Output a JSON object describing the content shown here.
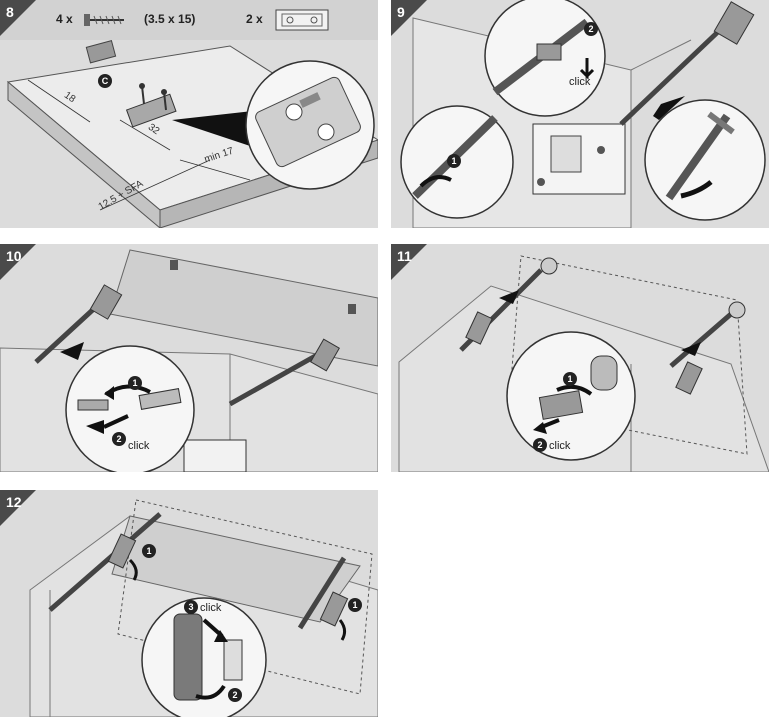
{
  "panels": {
    "p8": {
      "number": "8",
      "qty_screws": "4 x",
      "screw_size": "(3.5 x 15)",
      "qty_brackets": "2 x",
      "label_c": "C",
      "dim_18": "18",
      "dim_32": "32",
      "dim_min17": "min 17",
      "dim_sfa": "12.5 + SFA"
    },
    "p9": {
      "number": "9",
      "step1": "1",
      "step2": "2",
      "click": "click"
    },
    "p10": {
      "number": "10",
      "step1": "1",
      "step2": "2",
      "click": "click"
    },
    "p11": {
      "number": "11",
      "step1": "1",
      "step2": "2",
      "click": "click"
    },
    "p12": {
      "number": "12",
      "step1_left": "1",
      "step1_right": "1",
      "step2": "2",
      "step3": "3",
      "click": "click"
    }
  },
  "colors": {
    "panel_bg": "#dcdcdc",
    "badge": "#4a4a4a",
    "line": "#333333",
    "hardware": "#8a8a8a"
  }
}
